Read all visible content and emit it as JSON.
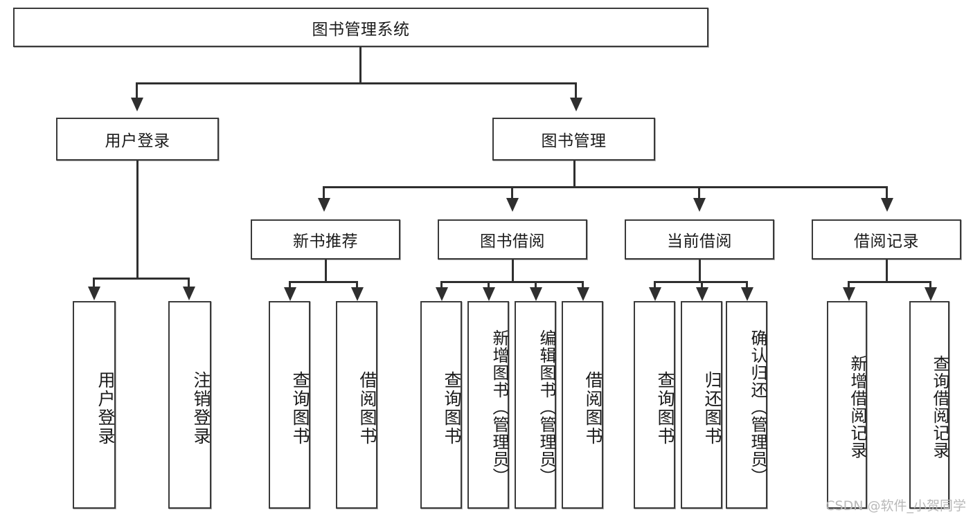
{
  "diagram": {
    "title": "图书管理系统",
    "type": "tree-hierarchy",
    "watermark": "CSDN @软件_小贺同学",
    "colors": {
      "box_border": "#3a3a3a",
      "connector": "#2f2f2f",
      "background": "#ffffff",
      "text": "#1a1a1a",
      "watermark": "#b9b9b9"
    },
    "root": {
      "label": "图书管理系统"
    },
    "level1": [
      {
        "label": "用户登录"
      },
      {
        "label": "图书管理"
      }
    ],
    "level2": [
      {
        "label": "新书推荐"
      },
      {
        "label": "图书借阅"
      },
      {
        "label": "当前借阅"
      },
      {
        "label": "借阅记录"
      }
    ],
    "leaves": {
      "user_login": [
        {
          "label": "用户登录"
        },
        {
          "label": "注销登录"
        }
      ],
      "new_book_recommend": [
        {
          "label": "查询图书"
        },
        {
          "label": "借阅图书"
        }
      ],
      "book_borrow": [
        {
          "label": "查询图书"
        },
        {
          "label": "新增图书（管理员）"
        },
        {
          "label": "编辑图书（管理员）"
        },
        {
          "label": "借阅图书"
        }
      ],
      "current_borrow": [
        {
          "label": "查询图书"
        },
        {
          "label": "归还图书"
        },
        {
          "label": "确认归还（管理员）"
        }
      ],
      "borrow_record": [
        {
          "label": "新增借阅记录"
        },
        {
          "label": "查询借阅记录"
        }
      ]
    }
  }
}
